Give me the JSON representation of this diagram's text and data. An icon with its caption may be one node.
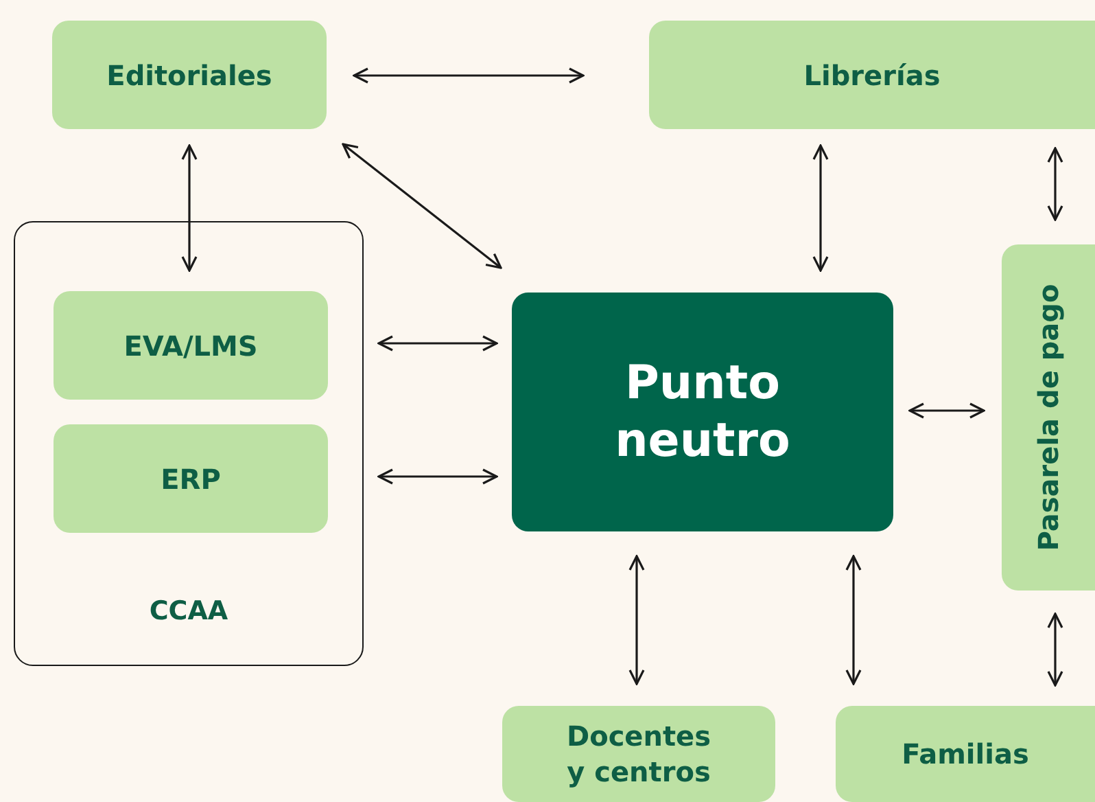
{
  "diagram": {
    "nodes": [
      {
        "text": [
          "Editoriales"
        ]
      },
      {
        "text": [
          "Librerías"
        ]
      },
      {
        "text": [
          "CCAA"
        ]
      },
      {
        "text": [
          "EVA/LMS"
        ],
        "in": 2
      },
      {
        "text": [
          "ERP"
        ],
        "in": 2
      },
      {
        "text": [
          "Punto neutro"
        ]
      },
      {
        "text": [
          "Pasarela de pago"
        ]
      },
      {
        "text": [
          "Docentes y centros"
        ]
      },
      {
        "text": [
          "Familias"
        ]
      }
    ],
    "edges": [
      {
        "from": 0,
        "to": 1,
        "arrow": "both"
      },
      {
        "from": 0,
        "to": 3,
        "arrow": "both"
      },
      {
        "from": 0,
        "to": 5,
        "arrow": "both"
      },
      {
        "from": 1,
        "to": 5,
        "arrow": "both"
      },
      {
        "from": 1,
        "to": 6,
        "arrow": "both"
      },
      {
        "from": 3,
        "to": 5,
        "arrow": "both"
      },
      {
        "from": 4,
        "to": 5,
        "arrow": "both"
      },
      {
        "from": 5,
        "to": 6,
        "arrow": "both"
      },
      {
        "from": 5,
        "to": 7,
        "arrow": "both"
      },
      {
        "from": 5,
        "to": 8,
        "arrow": "both"
      },
      {
        "from": 6,
        "to": 8,
        "arrow": "both"
      }
    ]
  }
}
